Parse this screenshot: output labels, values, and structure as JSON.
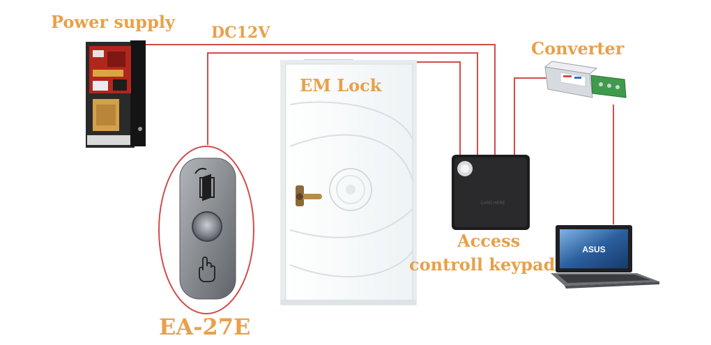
{
  "labels": {
    "power_supply": "Power supply",
    "dc_voltage": "DC12V",
    "converter": "Converter",
    "em_lock": "EM Lock",
    "access_line1": "Access",
    "access_line2": "controll keypad",
    "exit_button_model": "EA-27E"
  },
  "device_text": {
    "laptop_brand": "ASUS",
    "keypad_print": "CARD HERE"
  },
  "colors": {
    "label_text": "#e8a04a",
    "wire": "#d24b4b",
    "door": "#f5f8f9",
    "door_frame": "#e9eef0",
    "keypad_body": "#1c1c1e",
    "exit_button_metal": "#8b8f94"
  },
  "icons": [
    "door-open-icon",
    "hand-pointer-icon"
  ]
}
